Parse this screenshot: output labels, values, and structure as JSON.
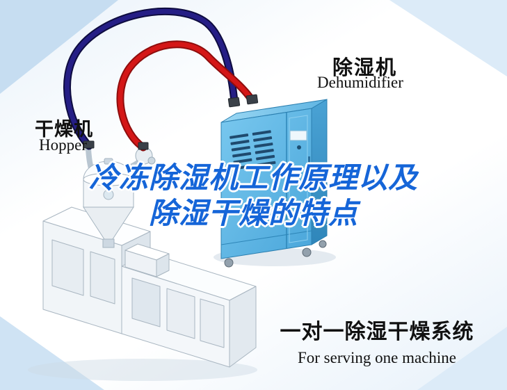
{
  "labels": {
    "hopper": {
      "zh": "干燥机",
      "en": "Hopper"
    },
    "dehumidifier": {
      "zh": "除湿机",
      "en": "Dehumidifier"
    },
    "caption": {
      "zh": "一对一除湿干燥系统",
      "en": "For serving one machine"
    }
  },
  "title": {
    "line1": "冷冻除湿机工作原理以及",
    "line2": "除湿干燥的特点"
  },
  "colors": {
    "title_blue": "#1565d8",
    "hose_red": "#d41717",
    "hose_navy": "#251e85",
    "dehumidifier_front": "#5fb9e8",
    "dehumidifier_side": "#3796cc",
    "label_black": "#111111",
    "background_tint": "#dcebf8"
  },
  "diagram": {
    "type": "schematic",
    "components": [
      "hopper-dryer",
      "dehumidifier-unit",
      "extruder-machine",
      "hose-red",
      "hose-navy"
    ]
  }
}
